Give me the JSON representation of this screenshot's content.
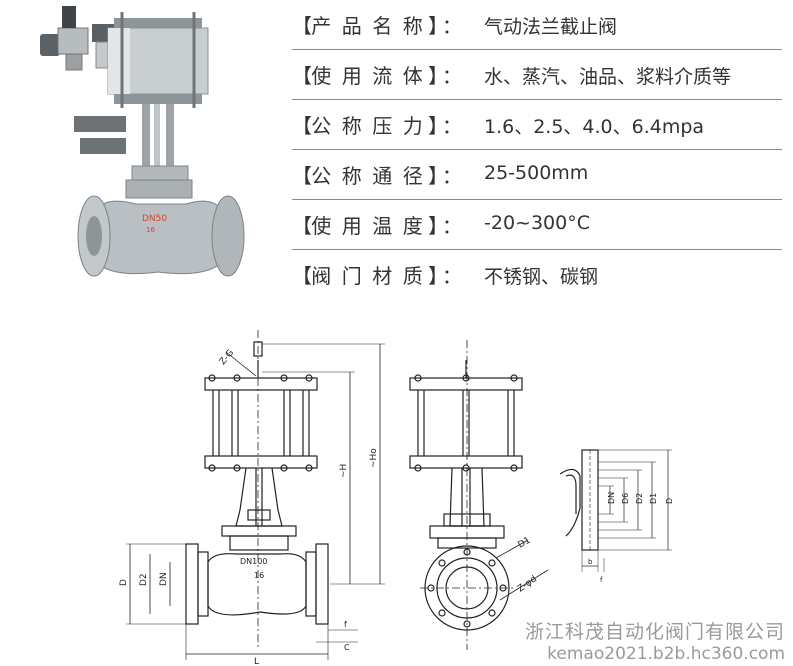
{
  "specs": [
    {
      "label_chars": [
        "产",
        "品",
        "名",
        "称"
      ],
      "value": "气动法兰截止阀"
    },
    {
      "label_chars": [
        "使",
        "用",
        "流",
        "体"
      ],
      "value": "水、蒸汽、油品、浆料介质等"
    },
    {
      "label_chars": [
        "公",
        "称",
        "压",
        "力"
      ],
      "value": "1.6、2.5、4.0、6.4mpa"
    },
    {
      "label_chars": [
        "公",
        "称",
        "通",
        "径"
      ],
      "value": "25-500mm"
    },
    {
      "label_chars": [
        "使",
        "用",
        "温",
        "度"
      ],
      "value": "-20~300°C"
    },
    {
      "label_chars": [
        "阀",
        "门",
        "材",
        "质"
      ],
      "value": "不锈钢、碳钢"
    }
  ],
  "bracket_open": "【",
  "bracket_close": "】",
  "separator": "：",
  "photo_marks": {
    "dn": "DN50",
    "pn": "16"
  },
  "drawing_labels": {
    "zg": "Z-G",
    "h": "~H",
    "ho": "~Ho",
    "dn_body": "DN100",
    "pn_body": "16",
    "d": "D",
    "d2": "D2",
    "dn": "DN",
    "f": "f",
    "c": "C",
    "l": "L",
    "d1": "D1",
    "zd": "Z-φd",
    "s_d": "D",
    "s_d1": "D1",
    "s_d2": "D2",
    "s_d6": "D6",
    "s_dn": "DN",
    "s_b": "b",
    "s_f": "f"
  },
  "watermark": {
    "company": "浙江科茂自动化阀门有限公司",
    "site": "kemao2021.b2b.hc360.com"
  }
}
